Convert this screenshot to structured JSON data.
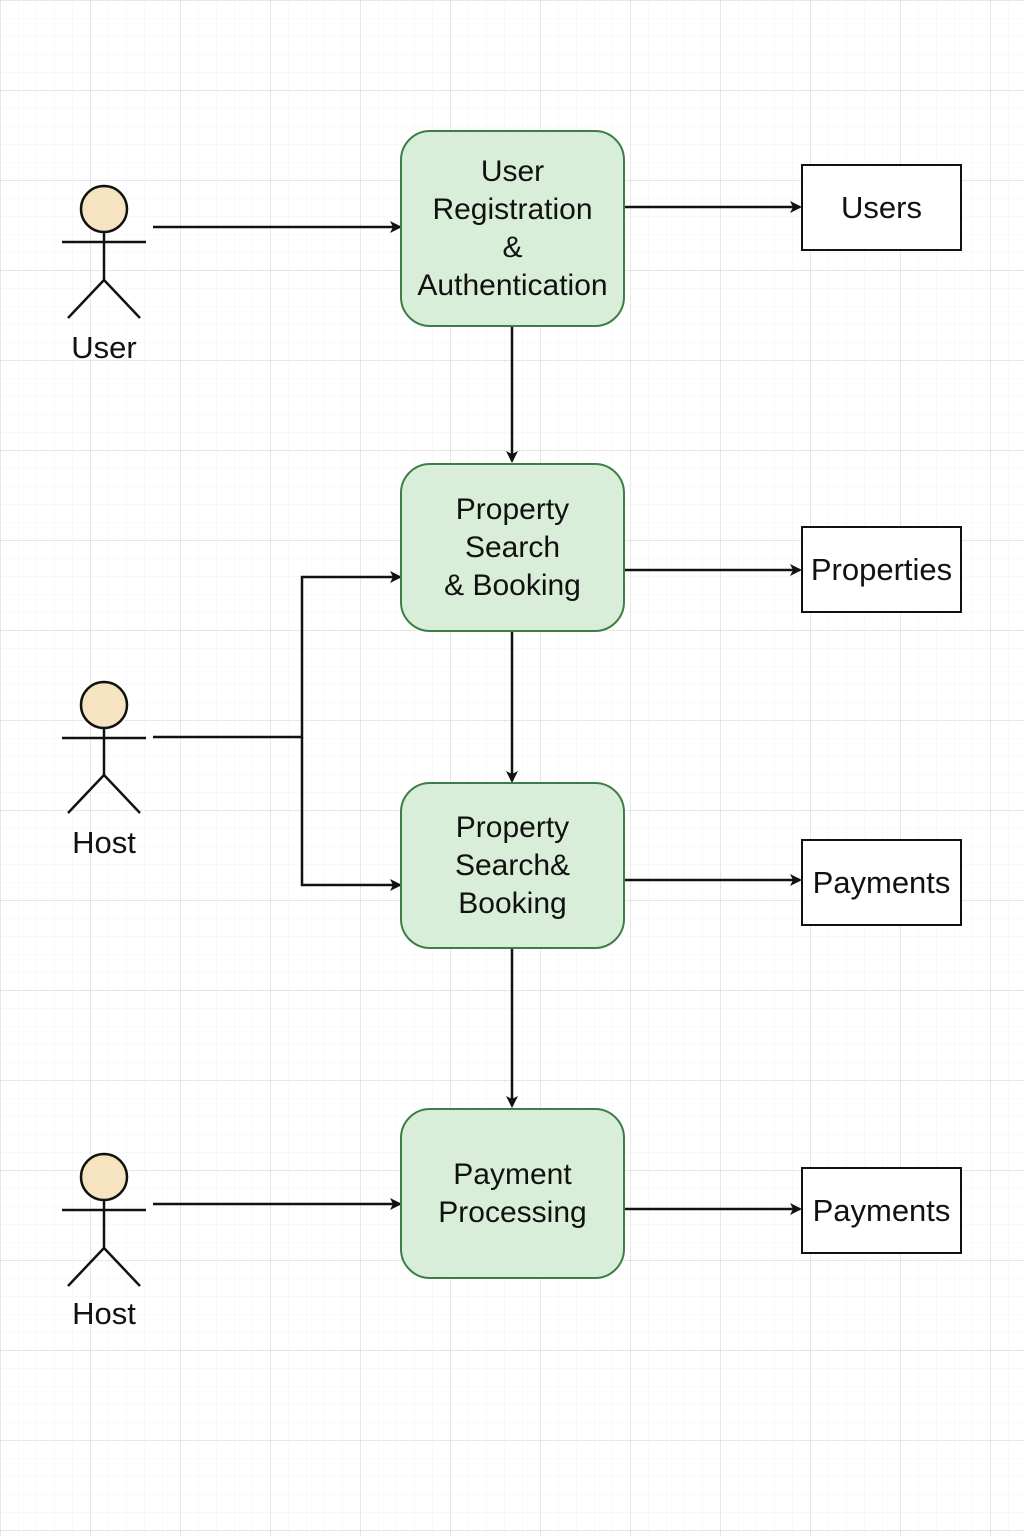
{
  "actors": [
    {
      "label": "User"
    },
    {
      "label": "Host"
    },
    {
      "label": "Host"
    }
  ],
  "processes": [
    {
      "lines": [
        "User",
        "Registration",
        "&",
        "Authentication"
      ]
    },
    {
      "lines": [
        "Property",
        "Search",
        "& Booking"
      ]
    },
    {
      "lines": [
        "Property",
        "Search&",
        "Booking"
      ]
    },
    {
      "lines": [
        "Payment",
        "Processing"
      ]
    }
  ],
  "data_stores": [
    {
      "label": "Users"
    },
    {
      "label": "Properties"
    },
    {
      "label": "Payments"
    },
    {
      "label": "Payments"
    }
  ],
  "colors": {
    "process_fill": "#d9eed8",
    "process_border": "#3f7d46",
    "actor_head": "#f6e4c0",
    "line": "#111111"
  }
}
